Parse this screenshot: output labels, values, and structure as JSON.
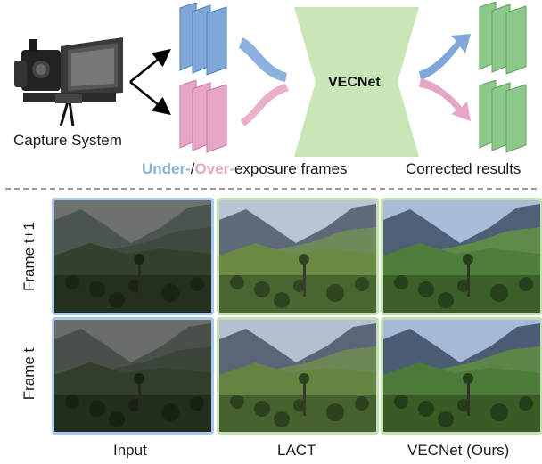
{
  "top": {
    "capture_label": "Capture System",
    "network_label": "VECNet",
    "exposure_caption": {
      "under": "Under-",
      "slash": "/",
      "over": "Over-",
      "rest": "exposure frames"
    },
    "results_label": "Corrected results"
  },
  "bottom": {
    "row_labels": [
      "Frame t+1",
      "Frame t"
    ],
    "column_labels": [
      "Input",
      "LACT",
      "VECNet (Ours)"
    ]
  },
  "colors": {
    "under_blue": "#7fa8d9",
    "over_pink": "#e8a6c6",
    "net_green": "#c9e6b8",
    "result_green": "#8cc88a",
    "input_border": "#a9c8ea",
    "output_border": "#c3e0b3"
  }
}
